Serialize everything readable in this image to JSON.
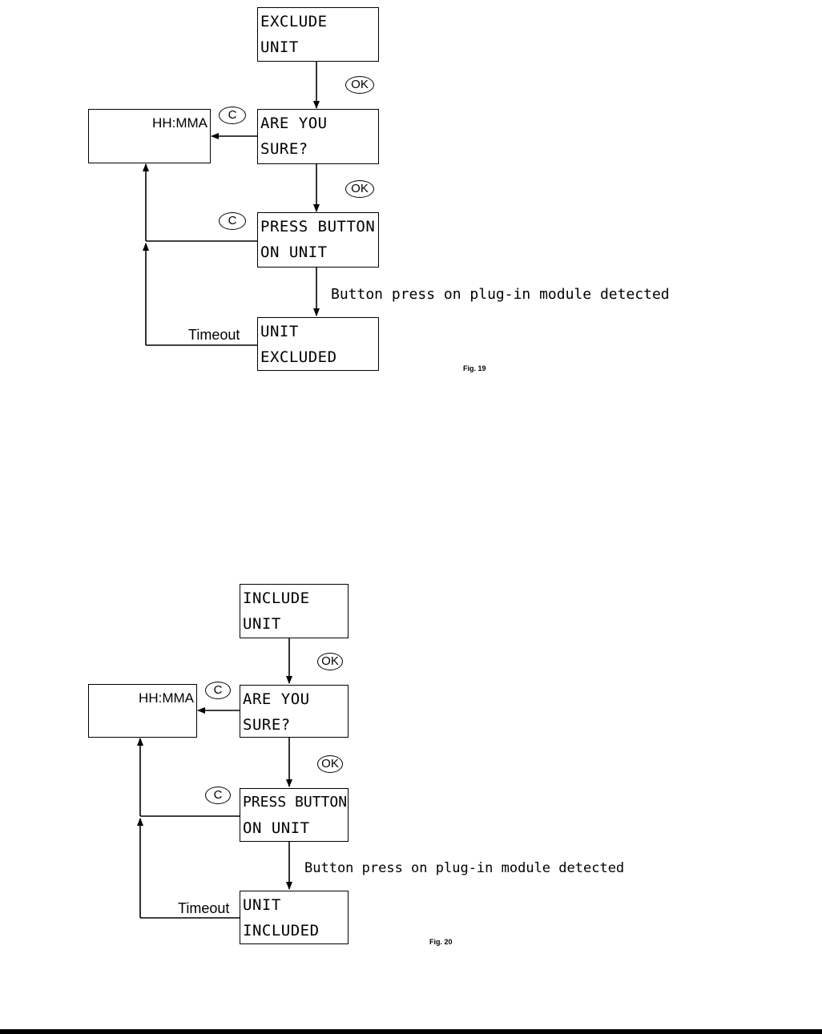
{
  "fig19": {
    "exclude_box": {
      "line1": "EXCLUDE",
      "line2": "UNIT"
    },
    "confirm_box": {
      "line1": "ARE YOU",
      "line2": "SURE?"
    },
    "press_box": {
      "line1": "PRESS BUTTON",
      "line2": "ON UNIT"
    },
    "result_box": {
      "line1": "UNIT",
      "line2": "EXCLUDED"
    },
    "clock_box": {
      "time": "HH:MMA"
    },
    "ok_key_1": "OK",
    "ok_key_2": "OK",
    "c_key_1": "C",
    "c_key_2": "C",
    "button_press_label": "Button press on plug-in module detected",
    "timeout_label": "Timeout",
    "figure_label": "Fig. 19"
  },
  "fig20": {
    "include_box": {
      "line1": "INCLUDE",
      "line2": "UNIT"
    },
    "confirm_box": {
      "line1": "ARE YOU",
      "line2": "SURE?"
    },
    "press_box": {
      "line1": "PRESS BUTTON",
      "line2": "ON UNIT"
    },
    "result_box": {
      "line1": "UNIT",
      "line2": "INCLUDED"
    },
    "clock_box": {
      "time": "HH:MMA"
    },
    "ok_key_1": "OK",
    "ok_key_2": "OK",
    "c_key_1": "C",
    "c_key_2": "C",
    "button_press_label": "Button press on plug-in module detected",
    "timeout_label": "Timeout",
    "figure_label": "Fig. 20"
  }
}
